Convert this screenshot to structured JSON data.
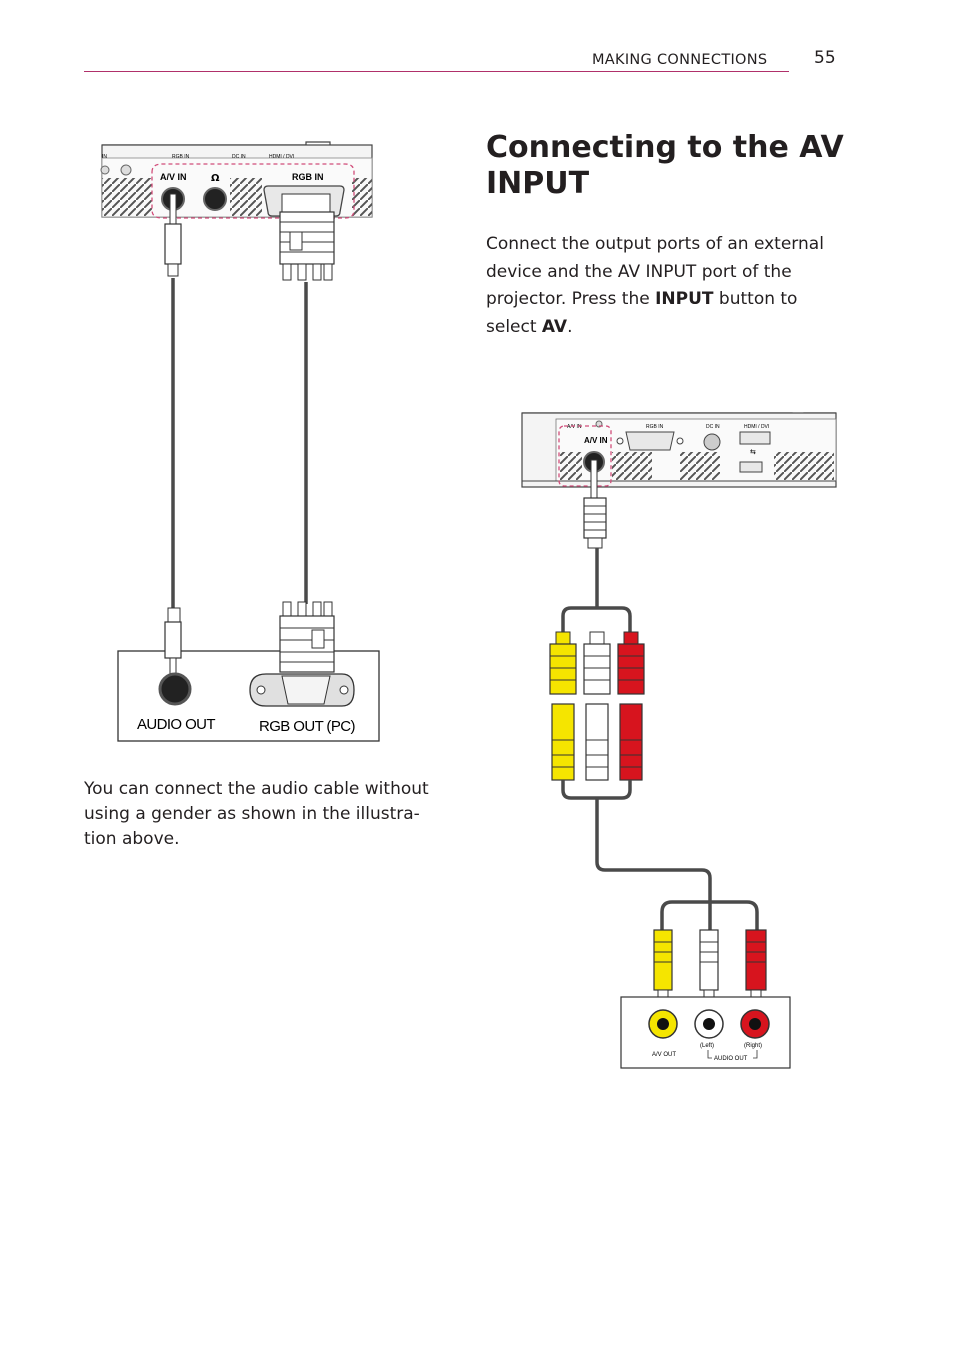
{
  "header": {
    "section": "MAKING CONNECTIONS",
    "page_number": "55"
  },
  "title": "Connecting to the AV INPUT",
  "intro": {
    "text_1": "Connect the output ports of an external device and the AV INPUT port of the projector. Press the ",
    "bold_1": "INPUT",
    "text_2": " button to select ",
    "bold_2": "AV",
    "text_3": "."
  },
  "note": "You can connect the audio cable without using a gender as shown in the illustra-tion above.",
  "diagram_left": {
    "panel_labels": [
      "IN",
      "RGB IN",
      "DC IN",
      "HDMI / DVI"
    ],
    "av_in_label": "A/V IN",
    "rgb_in_label": "RGB IN",
    "audio_out_label": "AUDIO OUT",
    "rgb_out_label": "RGB OUT (PC)"
  },
  "diagram_right": {
    "panel_labels": [
      "A/V IN",
      "RGB IN",
      "DC IN",
      "HDMI / DVI"
    ],
    "av_in_label": "A/V IN",
    "left_label": "(Left)",
    "right_label": "(Right)",
    "av_out_label": "A/V OUT",
    "audio_out_label": "AUDIO OUT"
  },
  "colors": {
    "accent_rule": "#b0306a",
    "yellow_plug": "#f5e500",
    "red_plug": "#d7141e",
    "highlight_dash": "#d14d7a"
  }
}
